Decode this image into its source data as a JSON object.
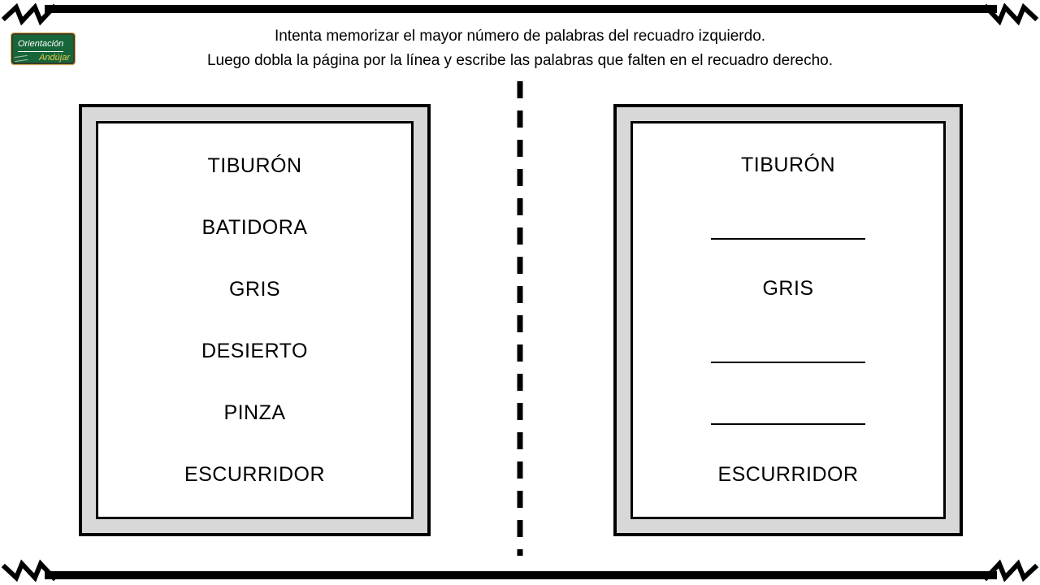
{
  "instructions": {
    "line1": "Intenta memorizar el mayor número de palabras del recuadro izquierdo.",
    "line2": "Luego dobla la página por la línea y escribe las palabras que falten en el recuadro derecho."
  },
  "logo": {
    "line1": "Orientación",
    "line2": "Andújar"
  },
  "left_box": {
    "items": [
      {
        "type": "word",
        "text": "TIBURÓN"
      },
      {
        "type": "word",
        "text": "BATIDORA"
      },
      {
        "type": "word",
        "text": "GRIS"
      },
      {
        "type": "word",
        "text": "DESIERTO"
      },
      {
        "type": "word",
        "text": "PINZA"
      },
      {
        "type": "word",
        "text": "ESCURRIDOR"
      }
    ]
  },
  "right_box": {
    "items": [
      {
        "type": "word",
        "text": "TIBURÓN"
      },
      {
        "type": "blank"
      },
      {
        "type": "word",
        "text": "GRIS"
      },
      {
        "type": "blank"
      },
      {
        "type": "blank"
      },
      {
        "type": "word",
        "text": "ESCURRIDOR"
      }
    ]
  },
  "colors": {
    "box-fill": "#d8d8d8",
    "ink": "#000000",
    "logo-green": "#17663a",
    "logo-gold": "#e6c84a"
  }
}
